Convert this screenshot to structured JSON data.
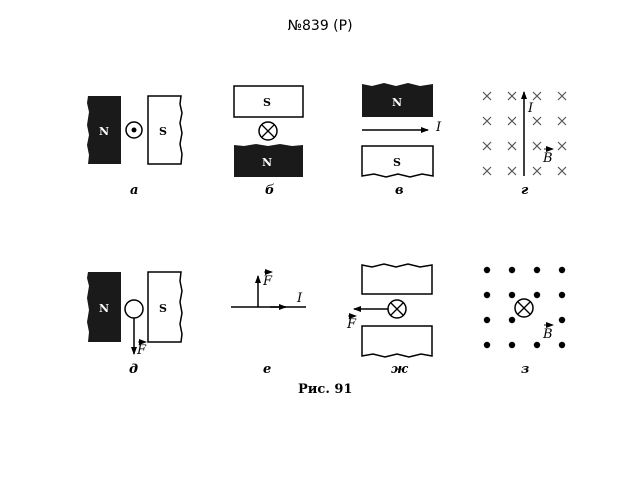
{
  "slide": {
    "title": "№839 (Р)"
  },
  "figure": {
    "caption": "Рис. 91",
    "panels": {
      "a": {
        "sub": "а",
        "left_pole": "N",
        "right_pole": "S"
      },
      "b": {
        "sub": "б",
        "top_pole": "S",
        "bottom_pole": "N"
      },
      "v": {
        "sub": "в",
        "top_pole": "N",
        "bottom_pole": "S",
        "current": "I"
      },
      "g": {
        "sub": "г",
        "current": "I",
        "field": "B"
      },
      "d": {
        "sub": "д",
        "left_pole": "N",
        "right_pole": "S",
        "force": "F"
      },
      "e": {
        "sub": "е",
        "force": "F",
        "current": "I"
      },
      "zh": {
        "sub": "ж",
        "force": "F"
      },
      "z": {
        "sub": "з",
        "field": "B"
      }
    }
  }
}
